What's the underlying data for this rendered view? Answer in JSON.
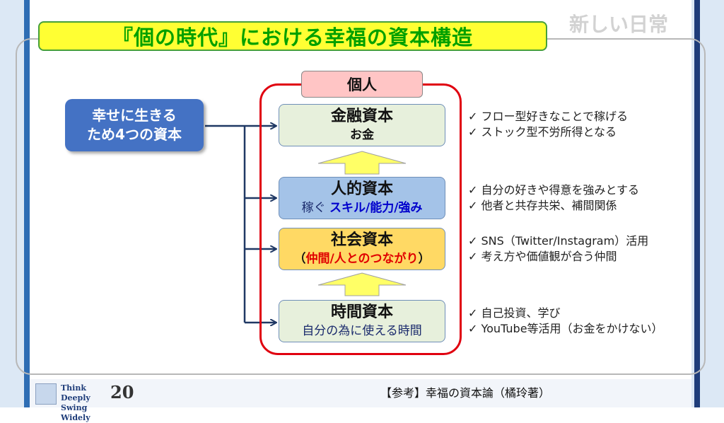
{
  "title": "『個の時代』における幸福の資本構造",
  "corner_tag": "新しい日常",
  "start_box": {
    "line1": "幸せに生きる",
    "line2": "ため4つの資本"
  },
  "individual_label": "個人",
  "capitals": {
    "financial": {
      "title": "金融資本",
      "sub": "お金"
    },
    "human": {
      "title": "人的資本",
      "sub_plain": "稼ぐ ",
      "sub_emph": "スキル/能力/強み"
    },
    "social": {
      "title": "社会資本",
      "paren_open": "（",
      "sub_emph": "仲間/人とのつながり",
      "paren_close": "）"
    },
    "time": {
      "title": "時間資本",
      "sub": "自分の為に使える時間"
    }
  },
  "notes": {
    "financial": [
      "✓ フロー型好きなことで稼げる",
      "✓ ストック型不労所得となる"
    ],
    "human": [
      "✓ 自分の好きや得意を強みとする",
      "✓ 他者と共存共栄、補間関係"
    ],
    "social": [
      "✓ SNS（Twitter/Instagram）活用",
      "✓ 考え方や価値観が合う仲間"
    ],
    "time": [
      "✓ 自己投資、学び",
      "✓ YouTube等活用（お金をかけない）"
    ]
  },
  "footer": {
    "brand_line1": "Think Deeply",
    "brand_line2": "Swing Widely",
    "number": "20",
    "reference": "【参考】幸福の資本論（橘玲著）"
  },
  "colors": {
    "title_bg": "#ffff33",
    "title_text": "#00a000",
    "start_box": "#4472c4",
    "frame_red": "#e0000f",
    "connector": "#1f3864",
    "up_arrow": "#ffff66",
    "human_emph": "#0000cc",
    "social_emph": "#e00000"
  }
}
